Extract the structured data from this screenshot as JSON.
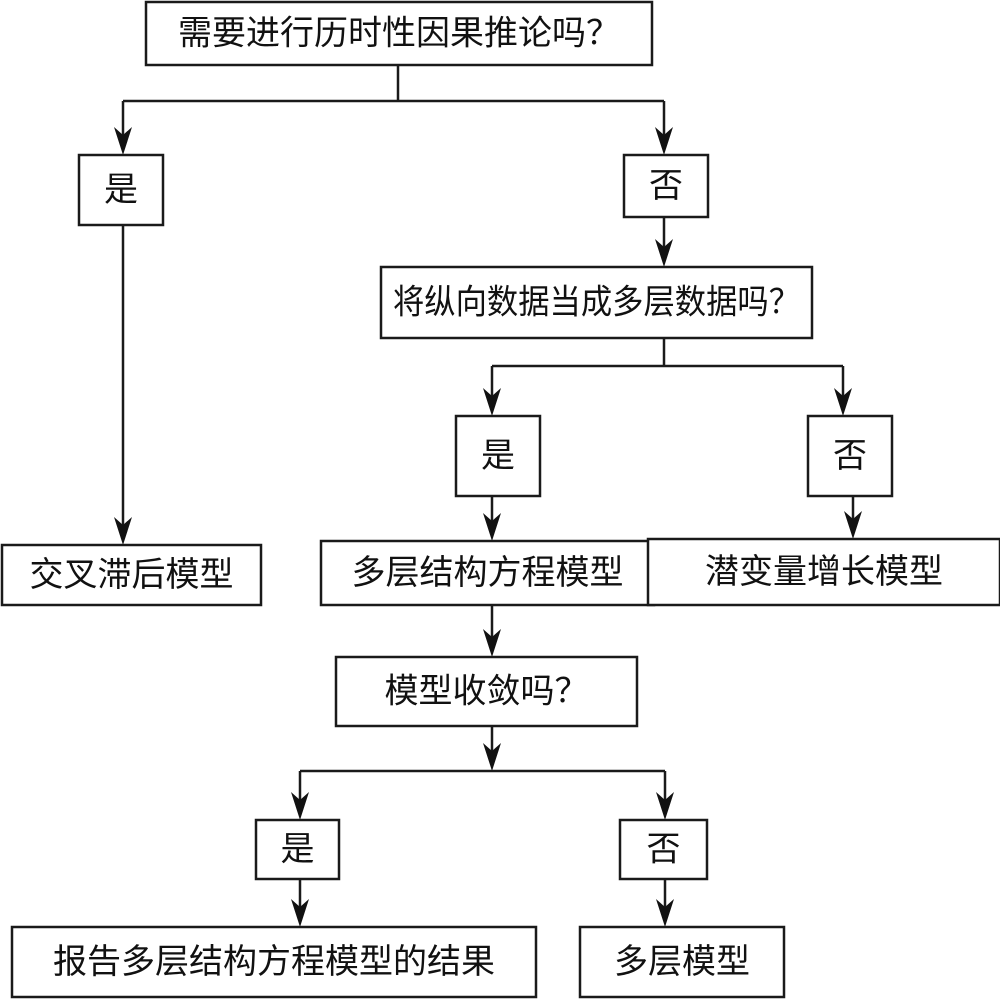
{
  "diagram": {
    "type": "flowchart",
    "nodes": [
      {
        "id": "q1",
        "kind": "question",
        "label": "需要进行历时性因果推论吗？"
      },
      {
        "id": "q1_yes",
        "kind": "answer",
        "label": "是"
      },
      {
        "id": "q1_no",
        "kind": "answer",
        "label": "否"
      },
      {
        "id": "m_cross_lag",
        "kind": "result",
        "label": "交叉滞后模型"
      },
      {
        "id": "q2",
        "kind": "question",
        "label": "将纵向数据当成多层数据吗？"
      },
      {
        "id": "q2_yes",
        "kind": "answer",
        "label": "是"
      },
      {
        "id": "q2_no",
        "kind": "answer",
        "label": "否"
      },
      {
        "id": "m_msem",
        "kind": "result",
        "label": "多层结构方程模型"
      },
      {
        "id": "m_lgm",
        "kind": "result",
        "label": "潜变量增长模型"
      },
      {
        "id": "q3",
        "kind": "question",
        "label": "模型收敛吗？"
      },
      {
        "id": "q3_yes",
        "kind": "answer",
        "label": "是"
      },
      {
        "id": "q3_no",
        "kind": "answer",
        "label": "否"
      },
      {
        "id": "m_report",
        "kind": "result",
        "label": "报告多层结构方程模型的结果"
      },
      {
        "id": "m_multilevel",
        "kind": "result",
        "label": "多层模型"
      }
    ],
    "edges": [
      {
        "from": "q1",
        "to": "q1_yes"
      },
      {
        "from": "q1",
        "to": "q1_no"
      },
      {
        "from": "q1_yes",
        "to": "m_cross_lag"
      },
      {
        "from": "q1_no",
        "to": "q2"
      },
      {
        "from": "q2",
        "to": "q2_yes"
      },
      {
        "from": "q2",
        "to": "q2_no"
      },
      {
        "from": "q2_yes",
        "to": "m_msem"
      },
      {
        "from": "q2_no",
        "to": "m_lgm"
      },
      {
        "from": "m_msem",
        "to": "q3"
      },
      {
        "from": "q3",
        "to": "q3_yes"
      },
      {
        "from": "q3",
        "to": "q3_no"
      },
      {
        "from": "q3_yes",
        "to": "m_report"
      },
      {
        "from": "q3_no",
        "to": "m_multilevel"
      }
    ]
  }
}
